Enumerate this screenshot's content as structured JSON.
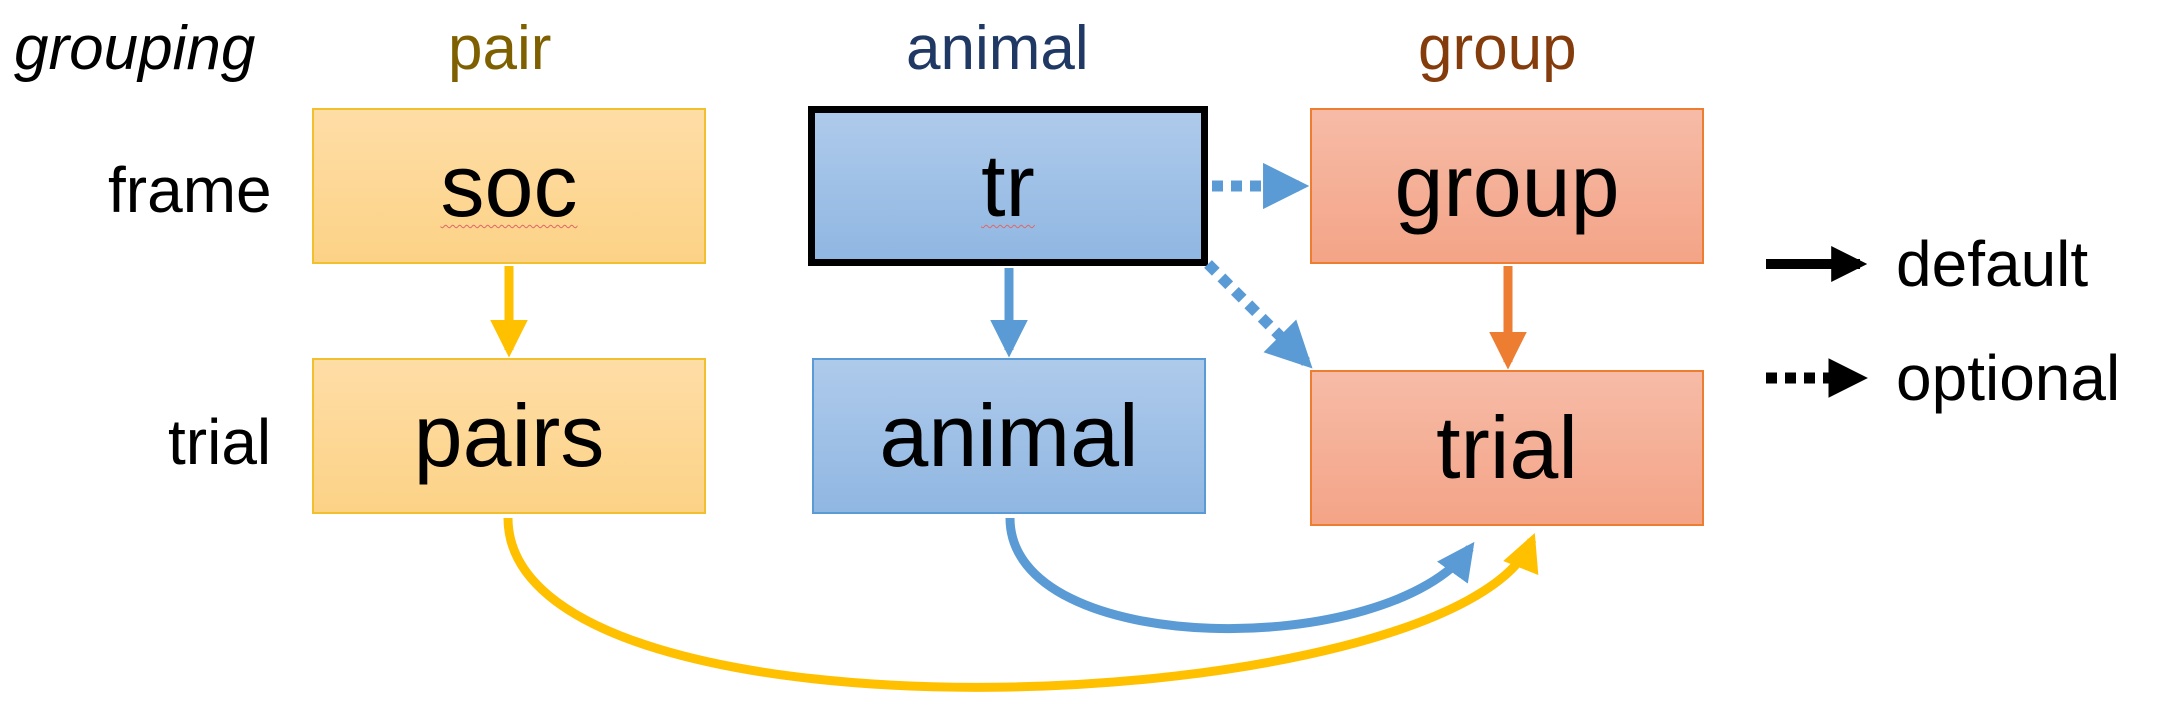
{
  "grouping_label": "grouping",
  "columns": {
    "pair": {
      "label": "pair",
      "color": "#7f6000"
    },
    "animal": {
      "label": "animal",
      "color": "#1f3864"
    },
    "group": {
      "label": "group",
      "color": "#843c0c"
    }
  },
  "rows": {
    "frame": "frame",
    "trial": "trial"
  },
  "boxes": {
    "soc": "soc",
    "tr": "tr",
    "group": "group",
    "pairs": "pairs",
    "animal": "animal",
    "trial": "trial"
  },
  "colors": {
    "yellow": "#ffc000",
    "blue": "#5b9bd5",
    "orange": "#ed7d31",
    "black": "#000000"
  },
  "legend": {
    "default": "default",
    "optional": "optional"
  }
}
